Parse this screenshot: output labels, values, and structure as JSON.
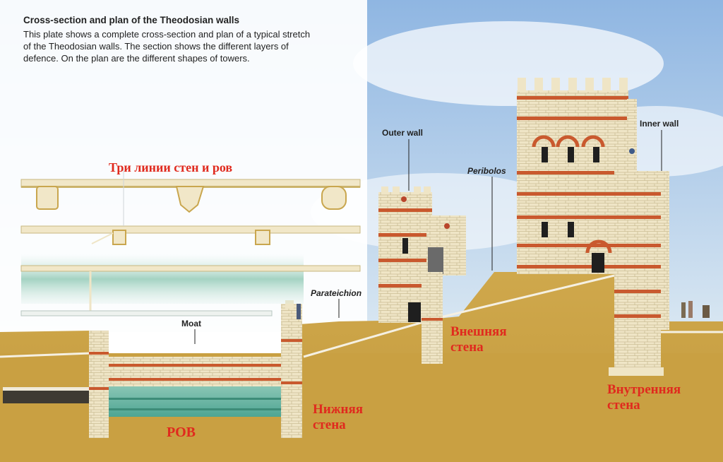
{
  "caption": {
    "title": "Cross-section and plan of the Theodosian walls",
    "body": "This plate shows a complete cross-section and plan of a typical stretch of the Theodosian walls. The section shows the different layers of defence. On the plan are the different shapes of towers."
  },
  "labels": {
    "outer_wall": "Outer wall",
    "inner_wall": "Inner wall",
    "peribolos": "Peribolos",
    "parateichion": "Parateichion",
    "moat": "Moat"
  },
  "annotations_ru": {
    "plan_title": "Три линии стен и ров",
    "outer_wall": "Внешняя стена",
    "inner_wall": "Внутренняя стена",
    "lower_wall": "Нижняя стена",
    "moat": "РОВ"
  },
  "colors": {
    "sky": "#a9c8e6",
    "ground": "#c9a346",
    "stone": "#eee3c2",
    "brick": "#c9592e",
    "water": "#6fb9a8",
    "annotation": "#e02a1e"
  }
}
